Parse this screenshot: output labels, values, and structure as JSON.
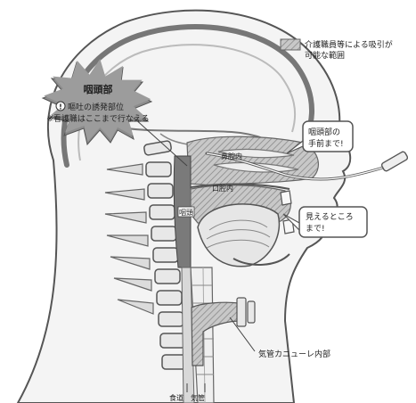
{
  "legend": {
    "text_line1": "介護職員等による吸引が",
    "text_line2": "可能な範囲"
  },
  "burst": {
    "title": "咽頭部",
    "warning_glyph": "!",
    "warning_text": "嘔吐の誘発部位",
    "note": "※看護職はここまで行なえる"
  },
  "labels": {
    "nasal_cavity": "鼻腔内",
    "oral_cavity": "口腔内",
    "pharynx": "咽頭",
    "callout_nasal_line1": "咽頭部の",
    "callout_nasal_line2": "手前まで!",
    "callout_oral_line1": "見えるところ",
    "callout_oral_line2": "まで!",
    "tracheostomy": "気管カニューレ内部",
    "esophagus": "食道",
    "trachea": "気管"
  },
  "colors": {
    "hatch_fill": "#bdbdbd",
    "hatch_line": "#8a8a8a",
    "pharynx_fill": "#7a7a7a",
    "burst_fill": "#8c8c8c",
    "outline": "#555555"
  }
}
